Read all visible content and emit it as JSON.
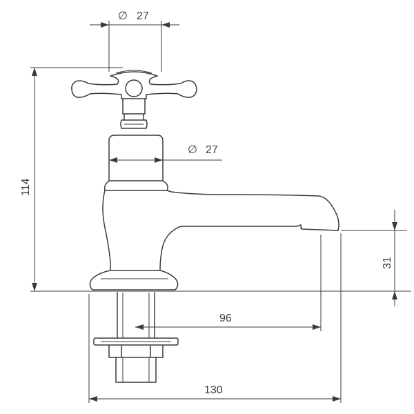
{
  "dimensions": {
    "top_diameter": {
      "symbol": "∅",
      "value": "27"
    },
    "body_diameter": {
      "symbol": "∅",
      "value": "27"
    },
    "overall_height": "114",
    "spout_height": "31",
    "spout_reach": "96",
    "overall_length": "130"
  },
  "colors": {
    "line": "#3a3a3a",
    "background": "#ffffff"
  }
}
